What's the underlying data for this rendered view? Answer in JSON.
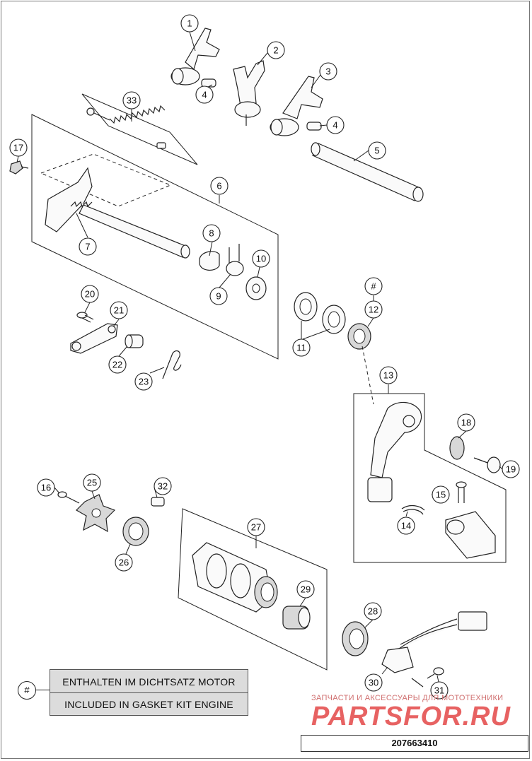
{
  "callouts": [
    {
      "id": "c1",
      "label": "1"
    },
    {
      "id": "c2",
      "label": "2"
    },
    {
      "id": "c3",
      "label": "3"
    },
    {
      "id": "c4a",
      "label": "4"
    },
    {
      "id": "c4b",
      "label": "4"
    },
    {
      "id": "c5",
      "label": "5"
    },
    {
      "id": "c6",
      "label": "6"
    },
    {
      "id": "c7",
      "label": "7"
    },
    {
      "id": "c8",
      "label": "8"
    },
    {
      "id": "c9",
      "label": "9"
    },
    {
      "id": "c10",
      "label": "10"
    },
    {
      "id": "c11",
      "label": "11"
    },
    {
      "id": "c12h",
      "label": "#"
    },
    {
      "id": "c12",
      "label": "12"
    },
    {
      "id": "c13",
      "label": "13"
    },
    {
      "id": "c14",
      "label": "14"
    },
    {
      "id": "c15",
      "label": "15"
    },
    {
      "id": "c16",
      "label": "16"
    },
    {
      "id": "c17",
      "label": "17"
    },
    {
      "id": "c18",
      "label": "18"
    },
    {
      "id": "c19",
      "label": "19"
    },
    {
      "id": "c20",
      "label": "20"
    },
    {
      "id": "c21",
      "label": "21"
    },
    {
      "id": "c22",
      "label": "22"
    },
    {
      "id": "c23",
      "label": "23"
    },
    {
      "id": "c25",
      "label": "25"
    },
    {
      "id": "c26",
      "label": "26"
    },
    {
      "id": "c27",
      "label": "27"
    },
    {
      "id": "c28",
      "label": "28"
    },
    {
      "id": "c29",
      "label": "29"
    },
    {
      "id": "c30",
      "label": "30"
    },
    {
      "id": "c31",
      "label": "31"
    },
    {
      "id": "c32",
      "label": "32"
    },
    {
      "id": "c33",
      "label": "33"
    }
  ],
  "legend": {
    "marker": "#",
    "line_de": "ENTHALTEN IM DICHTSATZ MOTOR",
    "line_en": "INCLUDED IN GASKET KIT ENGINE"
  },
  "watermark": {
    "small": "ЗАПЧАСТИ И АКСЕССУАРЫ ДЛЯ МОТОТЕХНИКИ",
    "big": "PARTSFOR.RU"
  },
  "document_number": "207663410",
  "colors": {
    "line": "#222222",
    "legend_fill": "#dcdcdc",
    "watermark": "#e23b3b"
  }
}
